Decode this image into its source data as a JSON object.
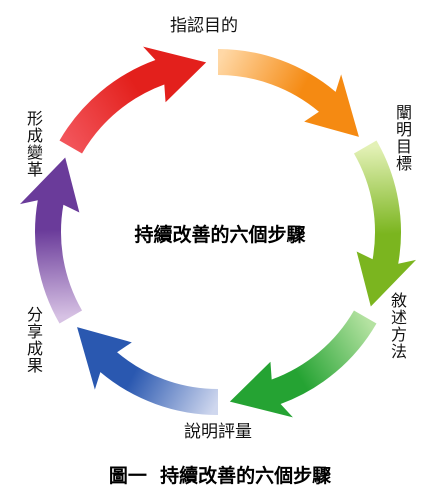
{
  "center_title": "持續改善的六個步驟",
  "caption": "圖一  持續改善的六個步驟",
  "steps": [
    {
      "label": "指認目的",
      "from": "#f2545a",
      "to": "#e3201c"
    },
    {
      "label": "闡明目標",
      "from": "#ffd8a6",
      "to": "#f58a12"
    },
    {
      "label": "敘述方法",
      "from": "#e3f1b6",
      "to": "#7bb51f"
    },
    {
      "label": "說明評量",
      "from": "#b4e2a1",
      "to": "#25a333"
    },
    {
      "label": "分享成果",
      "from": "#cfd7ee",
      "to": "#2a58b0"
    },
    {
      "label": "形成變革",
      "from": "#d7c2e4",
      "to": "#6a3b9a"
    }
  ]
}
